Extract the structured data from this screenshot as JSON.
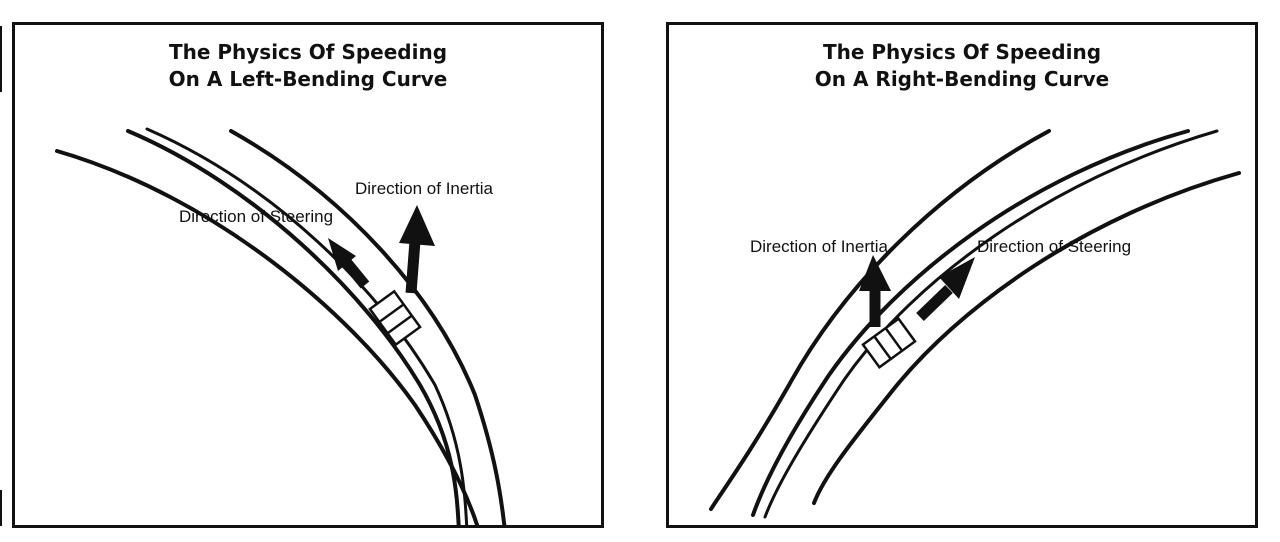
{
  "panels": [
    {
      "title_line1": "The Physics Of Speeding",
      "title_line2": "On A Left-Bending Curve",
      "label_inertia": "Direction of Inertia",
      "label_steering": "Direction of Steering"
    },
    {
      "title_line1": "The Physics Of Speeding",
      "title_line2": "On A Right-Bending Curve",
      "label_inertia": "Direction of Inertia",
      "label_steering": "Direction of Steering"
    }
  ],
  "colors": {
    "ink": "#111111",
    "background": "#ffffff"
  }
}
